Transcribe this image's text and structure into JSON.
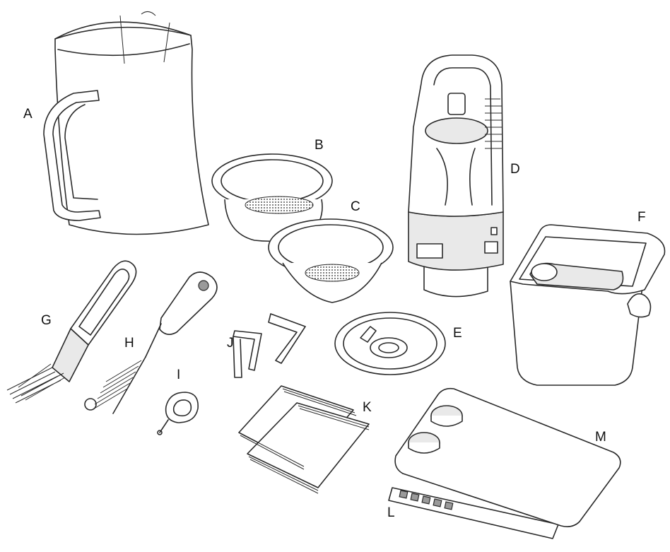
{
  "labels": {
    "a": "A",
    "b": "B",
    "c": "C",
    "d": "D",
    "e": "E",
    "f": "F",
    "g": "G",
    "h": "H",
    "i": "I",
    "j": "J",
    "k": "K",
    "l": "L",
    "m": "M"
  },
  "icons": {
    "a": "milk-jug-icon",
    "b": "filter-basket-icon",
    "c": "filter-basket-icon",
    "d": "grinder-icon",
    "e": "disc-icon",
    "f": "knock-box-icon",
    "g": "brush-icon",
    "h": "brush-icon",
    "i": "pin-tool-icon",
    "j": "allen-key-icon",
    "k": "packet-icon",
    "l": "test-strip-icon",
    "m": "mat-icon"
  }
}
